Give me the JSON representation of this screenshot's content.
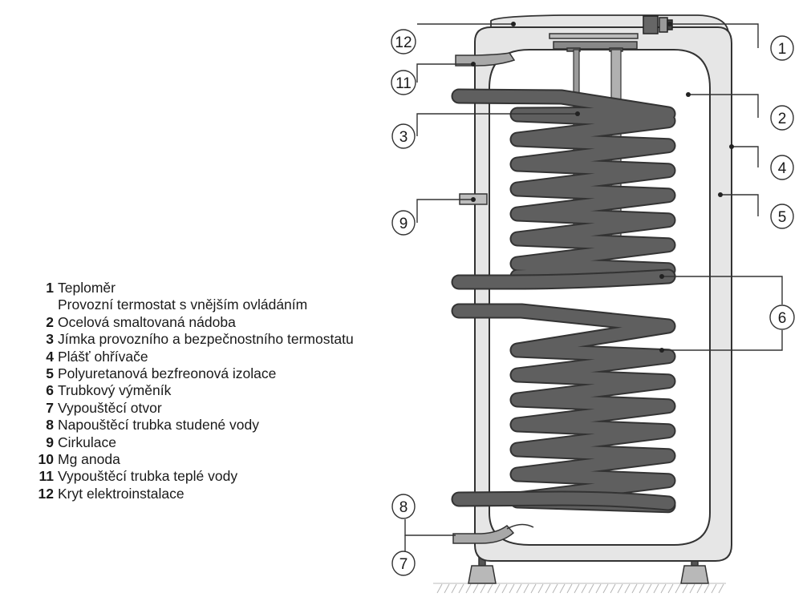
{
  "legend": [
    {
      "num": "1",
      "text": "Teploměr"
    },
    {
      "num": "",
      "text": "Provozní termostat s vnějším ovládáním"
    },
    {
      "num": "2",
      "text": "Ocelová smaltovaná nádoba"
    },
    {
      "num": "3",
      "text": "Jímka provozního a bezpečnostního termostatu"
    },
    {
      "num": "4",
      "text": "Plášť ohřívače"
    },
    {
      "num": "5",
      "text": "Polyuretanová bezfreonová izolace"
    },
    {
      "num": "6",
      "text": "Trubkový výměník"
    },
    {
      "num": "7",
      "text": "Vypouštěcí otvor"
    },
    {
      "num": "8",
      "text": "Napouštěcí trubka studené vody"
    },
    {
      "num": "9",
      "text": "Cirkulace"
    },
    {
      "num": "10",
      "text": "Mg anoda"
    },
    {
      "num": "11",
      "text": "Vypouštěcí trubka teplé vody"
    },
    {
      "num": "12",
      "text": "Kryt elektroinstalace"
    }
  ],
  "callouts": {
    "c1": "1",
    "c2": "2",
    "c3": "3",
    "c4": "4",
    "c5": "5",
    "c6": "6",
    "c7": "7",
    "c8": "8",
    "c9": "9",
    "c11": "11",
    "c12": "12"
  },
  "colors": {
    "jacket": "#e6e6e6",
    "outline": "#333333",
    "coil": "#5f5f5f",
    "coil_edge": "#333333",
    "anode": "#9a9a9a",
    "tank": "#ffffff"
  }
}
